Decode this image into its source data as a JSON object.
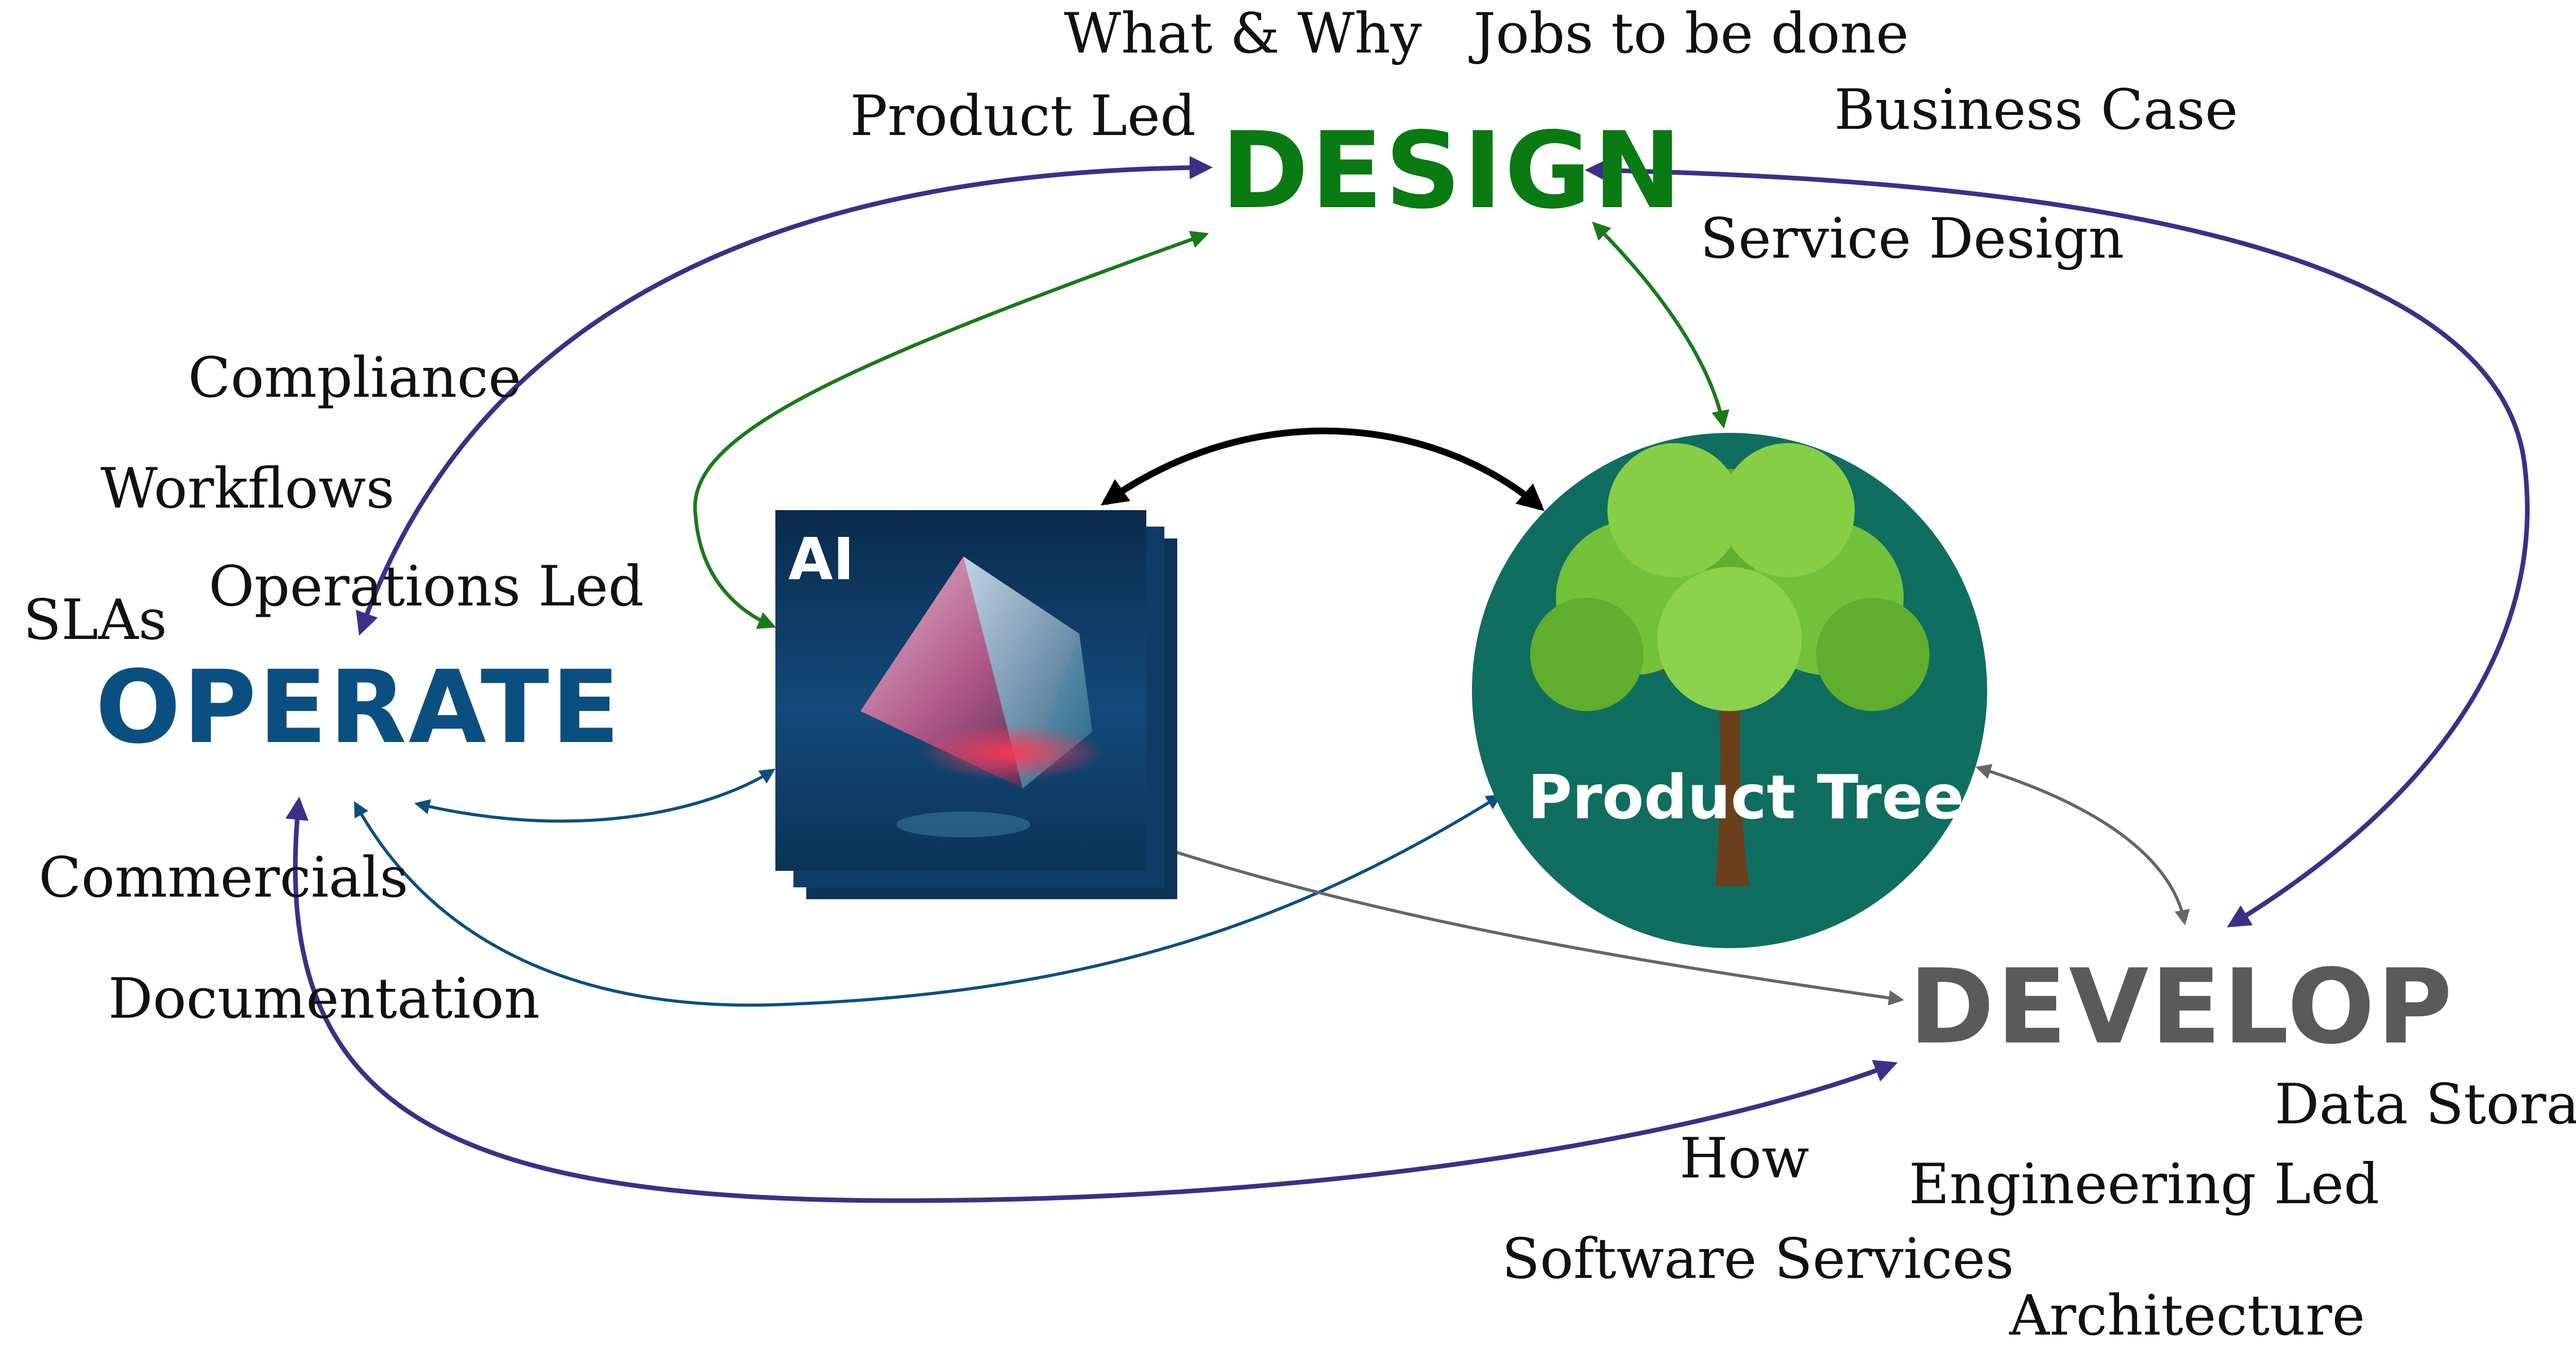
{
  "hubs": {
    "design": {
      "label": "DESIGN",
      "color": "#0a7a12"
    },
    "operate": {
      "label": "OPERATE",
      "color": "#0b4f80"
    },
    "develop": {
      "label": "DEVELOP",
      "color": "#5a5a5a"
    },
    "ai": {
      "label": "AI",
      "color": "#0d3a63"
    },
    "product_tree": {
      "label": "Product Tree",
      "color": "#0f6e60"
    }
  },
  "design_terms": [
    "What & Why",
    "Jobs to be done",
    "Product Led",
    "Business Case",
    "Service Design"
  ],
  "operate_terms": [
    "Compliance",
    "Workflows",
    "Operations Led",
    "SLAs",
    "Commercials",
    "Documentation"
  ],
  "develop_terms": [
    "Data Storage",
    "How",
    "Engineering Led",
    "Software Services",
    "Architecture"
  ],
  "arrow_colors": {
    "purple": "#3d2f87",
    "green": "#1a7a1a",
    "black": "#000000",
    "blue": "#0b4f80",
    "gray": "#666666"
  }
}
